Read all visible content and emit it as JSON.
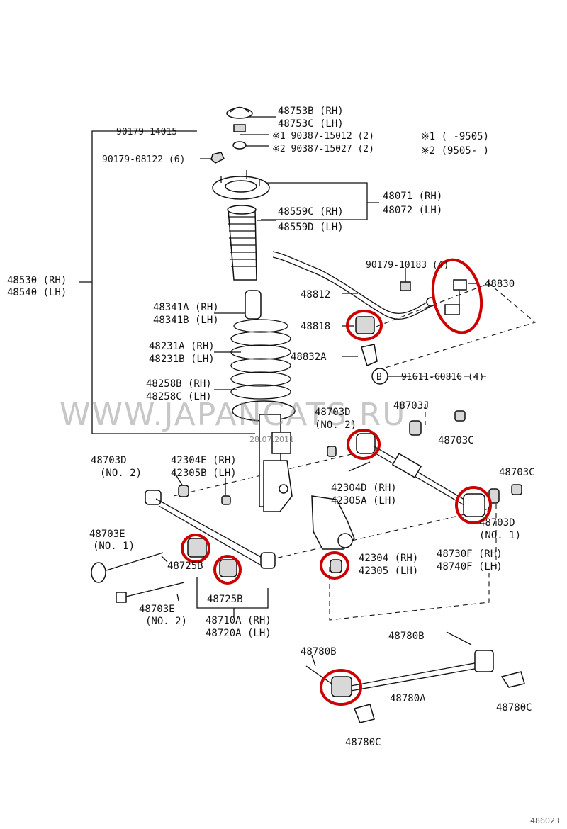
{
  "labels": {
    "mount_top_rh": "48753B (RH)",
    "mount_top_lh": "48753C (LH)",
    "nut_upper": "90179-14015",
    "note1_part": "※1 90387-15012 (2)",
    "note2_part": "※2 90387-15027 (2)",
    "nut_6": "90179-08122 (6)",
    "note1_legend": "※1 (      -9505)",
    "note2_legend": "※2 (9505-      )",
    "support_rh": "48071 (RH)",
    "support_lh": "48072 (LH)",
    "boot_rh": "48559C (RH)",
    "boot_lh": "48559D (LH)",
    "strut_rh": "48530 (RH)",
    "strut_lh": "48540 (LH)",
    "nut_4": "90179-10183 (4)",
    "stab_link": "48830",
    "stab_bar": "48812",
    "stab_bush": "48818",
    "stab_bracket": "48832A",
    "bolt_4": "91611-60816 (4)",
    "bumper_rh": "48341A (RH)",
    "bumper_lh": "48341B (LH)",
    "spring_rh": "48231A (RH)",
    "spring_lh": "48231B (LH)",
    "insulator_rh": "48258B (RH)",
    "insulator_lh": "48258C (LH)",
    "no2_upper_a": "48703D",
    "no2_upper_b": "(NO. 2)",
    "j_part": "48703J",
    "c_upper_right": "48703C",
    "d_left_a": "48703D",
    "d_left_b": "(NO. 2)",
    "carrier_bolt_rh": "42304E (RH)",
    "carrier_bolt_lh": "42305B (LH)",
    "carrier_bolt2_rh": "42304D (RH)",
    "carrier_bolt2_lh": "42305A (LH)",
    "c_right": "48703C",
    "d_no1_a": "48703D",
    "d_no1_b": "(NO. 1)",
    "arm_rh": "48730F (RH)",
    "arm_lh": "48740F (LH)",
    "e_no1_a": "48703E",
    "e_no1_b": "(NO. 1)",
    "bush_b_upper": "48725B",
    "bush_b_lower": "48725B",
    "e_no2_a": "48703E",
    "e_no2_b": "(NO. 2)",
    "lower_arm_rh": "48710A (RH)",
    "lower_arm_lh": "48720A (LH)",
    "carrier_rh": "42304 (RH)",
    "carrier_lh": "42305 (LH)",
    "strut_rod_bolt_right": "48780B",
    "strut_rod_bolt_left": "48780B",
    "strut_rod": "48780A",
    "strut_rod_bracket_right": "48780C",
    "strut_rod_bracket_bottom": "48780C"
  },
  "watermark": {
    "text": "WWW.JAPANCATS.RU",
    "date": "28.07.2011"
  },
  "footer": {
    "code": "486023"
  },
  "circle_b": "B",
  "colors": {
    "highlight": "#cc0000",
    "line": "#111111",
    "watermark": "#9a9a9a"
  }
}
